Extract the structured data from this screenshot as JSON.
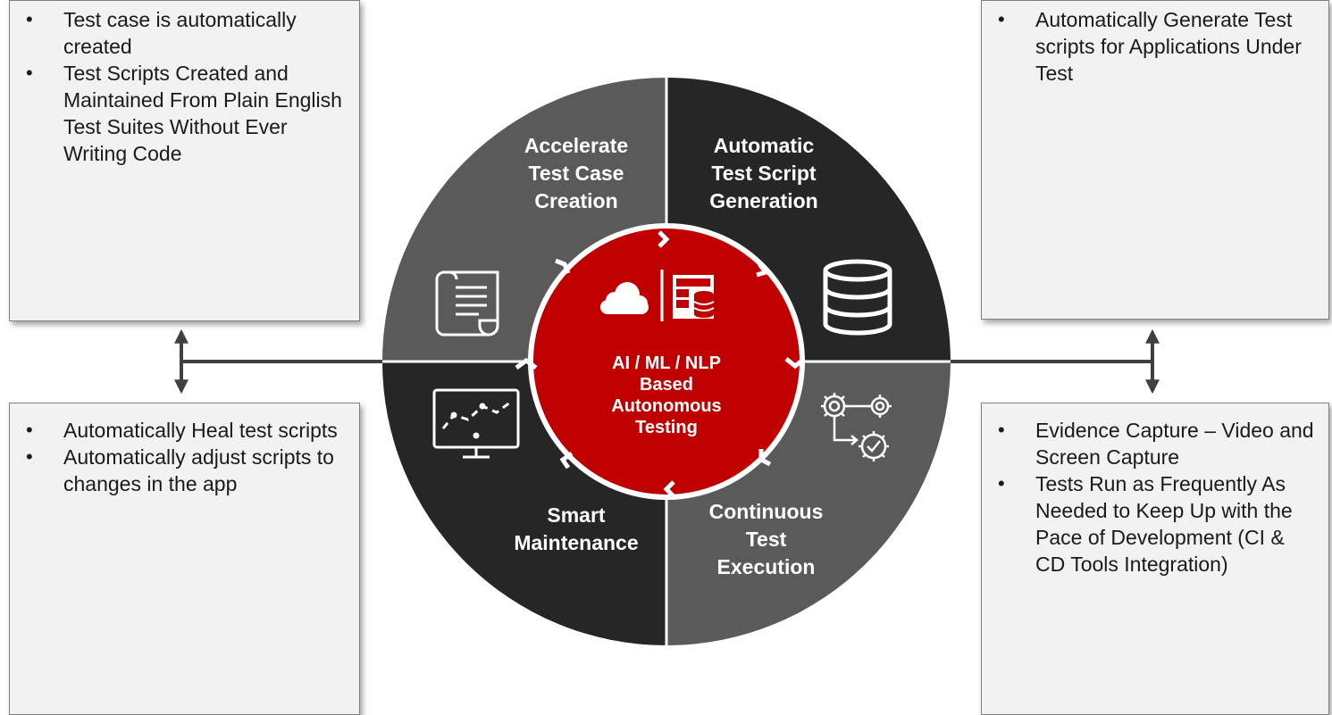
{
  "center": {
    "lines": [
      "AI / ML / NLP",
      "Based",
      "Autonomous",
      "Testing"
    ],
    "icons": [
      "cloud-icon",
      "server-database-icon"
    ]
  },
  "quadrants": {
    "top_left": {
      "lines": [
        "Accelerate",
        "Test Case",
        "Creation"
      ],
      "icon": "document-scroll-icon"
    },
    "top_right": {
      "lines": [
        "Automatic",
        "Test Script",
        "Generation"
      ],
      "icon": "database-icon"
    },
    "bottom_right": {
      "lines": [
        "Continuous",
        "Test",
        "Execution"
      ],
      "icon": "gears-check-icon"
    },
    "bottom_left": {
      "lines": [
        "Smart",
        "Maintenance"
      ],
      "icon": "monitor-chart-icon"
    }
  },
  "boxes": {
    "top_left": {
      "bullets": [
        "Test case is automatically created",
        "Test Scripts Created and Maintained From Plain English Test Suites Without Ever Writing Code"
      ]
    },
    "bottom_left": {
      "bullets": [
        "Automatically Heal test scripts",
        "Automatically adjust scripts to changes in the app"
      ]
    },
    "top_right": {
      "bullets": [
        "Automatically Generate Test scripts for Applications Under Test"
      ]
    },
    "bottom_right": {
      "bullets": [
        "Evidence Capture – Video and Screen Capture",
        "Tests Run as Frequently As Needed to Keep Up with the Pace of Development (CI & CD Tools Integration)"
      ]
    }
  },
  "colors": {
    "quadrant_light": "#5a5a5a",
    "quadrant_dark": "#262626",
    "center_red": "#c00000",
    "box_fill": "#f2f2f2"
  }
}
